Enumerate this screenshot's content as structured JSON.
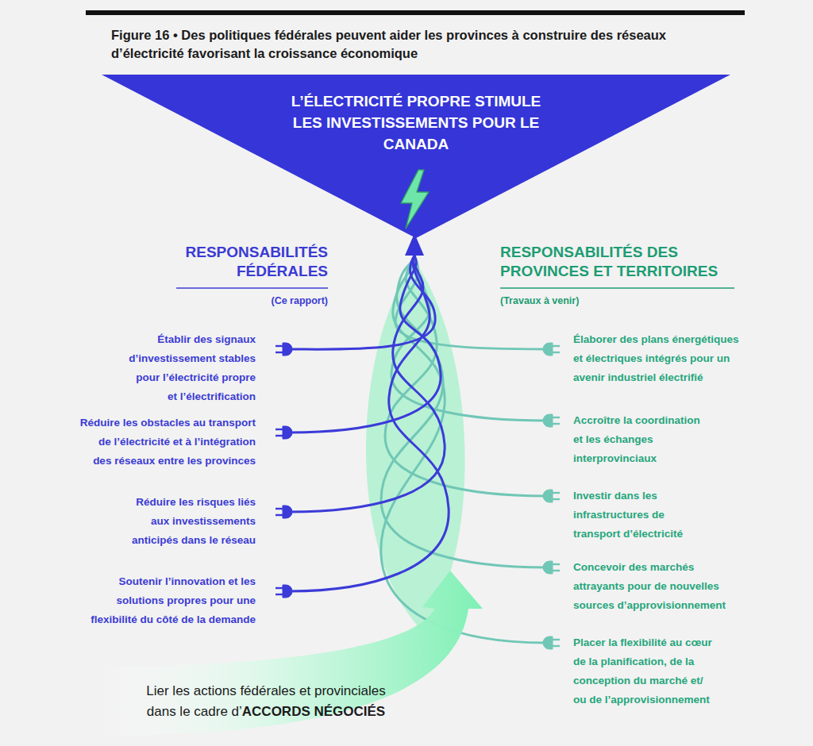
{
  "diagram": {
    "title": "Figure 16 • Des politiques fédérales peuvent aider les provinces à construire des réseaux d’électricité favorisant la croissance économique",
    "nodes": [
      {
        "text": [
          "L’ÉLECTRICITÉ PROPRE STIMULE LES INVESTISSEMENTS POUR LE CANADA"
        ]
      },
      {
        "text": [
          "Lier les actions fédérales et provinciales dans le cadre d’ACCORDS NÉGOCIÉS"
        ]
      }
    ],
    "labels": [
      "RESPONSABILITÉS FÉDÉRALES",
      "(Ce rapport)",
      "RESPONSABILITÉS DES PROVINCES ET TERRITOIRES",
      "(Travaux à venir)",
      "Établir des signaux d’investissement stables pour l’électricité propre et l’électrification",
      "Réduire les obstacles au transport de l’électricité et à l’intégration des réseaux entre les provinces",
      "Réduire les risques liés aux investissements anticipés dans le réseau",
      "Soutenir l’innovation et les solutions propres pour une flexibilité du côté de la demande",
      "Élaborer des plans énergétiques et électriques intégrés pour un avenir industriel électrifié",
      "Accroître la coordination et les échanges interprovinciaux",
      "Investir dans les infrastructures de transport d’électricité",
      "Concevoir des marchés attrayants pour de nouvelles sources d’approvisionnement",
      "Placer la flexibilité au cœur de la planification, de la conception du marché et/ ou de l’approvisionnement"
    ]
  }
}
